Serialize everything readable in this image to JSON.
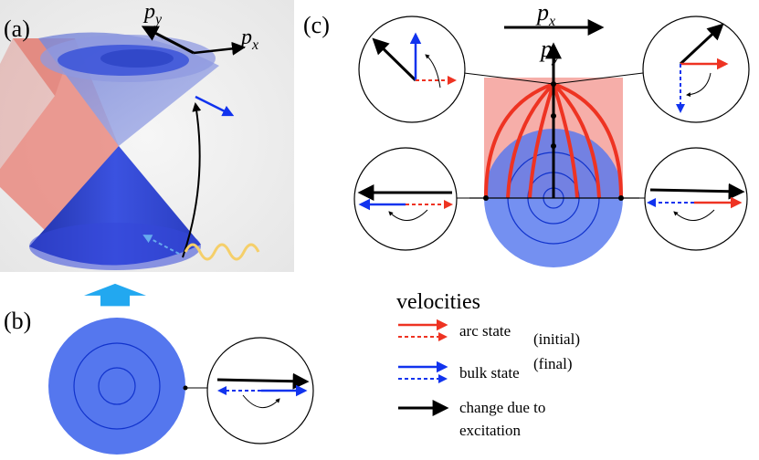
{
  "panels": {
    "a": "(a)",
    "b": "(b)",
    "c": "(c)"
  },
  "axes_a": {
    "px": {
      "base": "p",
      "sub": "x"
    },
    "py": {
      "base": "p",
      "sub": "y"
    }
  },
  "axes_c": {
    "px": {
      "base": "p",
      "sub": "x"
    },
    "py": {
      "base": "p",
      "sub": "y"
    }
  },
  "legend": {
    "title": "velocities",
    "arc": "arc state",
    "initial": "(initial)",
    "bulk": "bulk state",
    "final": "(final)",
    "change_line1": "change due to",
    "change_line2": "excitation"
  },
  "colors": {
    "red": "#ee3322",
    "blue": "#1133ee",
    "disk": "#5577ee",
    "pink": "#f4a09a",
    "black": "#000000",
    "wave": "#f5cf6a",
    "arrow_up": "#22a8f0"
  }
}
